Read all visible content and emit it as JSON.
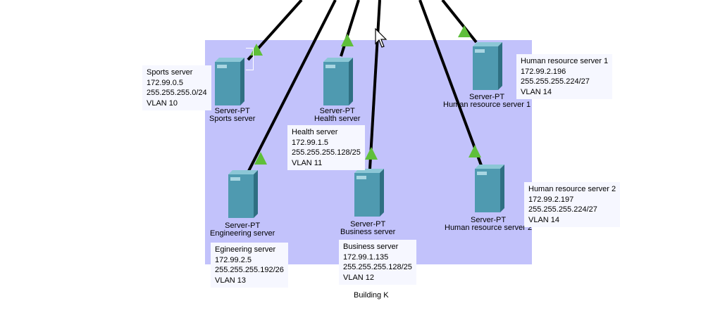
{
  "colors": {
    "area": "#c2c2fb",
    "link": "#000000",
    "link_light": "#5fbf3a",
    "note_bg": "#f6f7ff"
  },
  "workspace": {
    "area_label": "Building K"
  },
  "devices": [
    {
      "id": "sports",
      "type_label": "Server-PT",
      "name": "Sports server",
      "icon": "server-icon"
    },
    {
      "id": "health",
      "type_label": "Server-PT",
      "name": "Health server",
      "icon": "server-icon"
    },
    {
      "id": "hr1",
      "type_label": "Server-PT",
      "name": "Human resource server 1",
      "icon": "server-icon"
    },
    {
      "id": "engineering",
      "type_label": "Server-PT",
      "name": "Engineering server",
      "icon": "server-icon"
    },
    {
      "id": "business",
      "type_label": "Server-PT",
      "name": "Business server",
      "icon": "server-icon"
    },
    {
      "id": "hr2",
      "type_label": "Server-PT",
      "name": "Human resource server 2",
      "icon": "server-icon"
    }
  ],
  "notes": [
    {
      "id": "sports",
      "lines": [
        "Sports server",
        "172.99.0.5",
        "255.255.255.0/24",
        "VLAN 10"
      ]
    },
    {
      "id": "health",
      "lines": [
        "Health server",
        "172.99.1.5",
        "255.255.255.128/25",
        "VLAN 11"
      ]
    },
    {
      "id": "hr1",
      "lines": [
        "Human resource server 1",
        "172.99.2.196",
        "255.255.255.224/27",
        "VLAN 14"
      ]
    },
    {
      "id": "engineering",
      "lines": [
        "Egineering server",
        "172.99.2.5",
        "255.255.255.192/26",
        "VLAN 13"
      ]
    },
    {
      "id": "business",
      "lines": [
        "Business server",
        "172.99.1.135",
        "255.255.255.128/25",
        "VLAN 12"
      ]
    },
    {
      "id": "hr2",
      "lines": [
        "Human resource server 2",
        "172.99.2.197",
        "255.255.255.224/27",
        "VLAN 14"
      ]
    }
  ]
}
